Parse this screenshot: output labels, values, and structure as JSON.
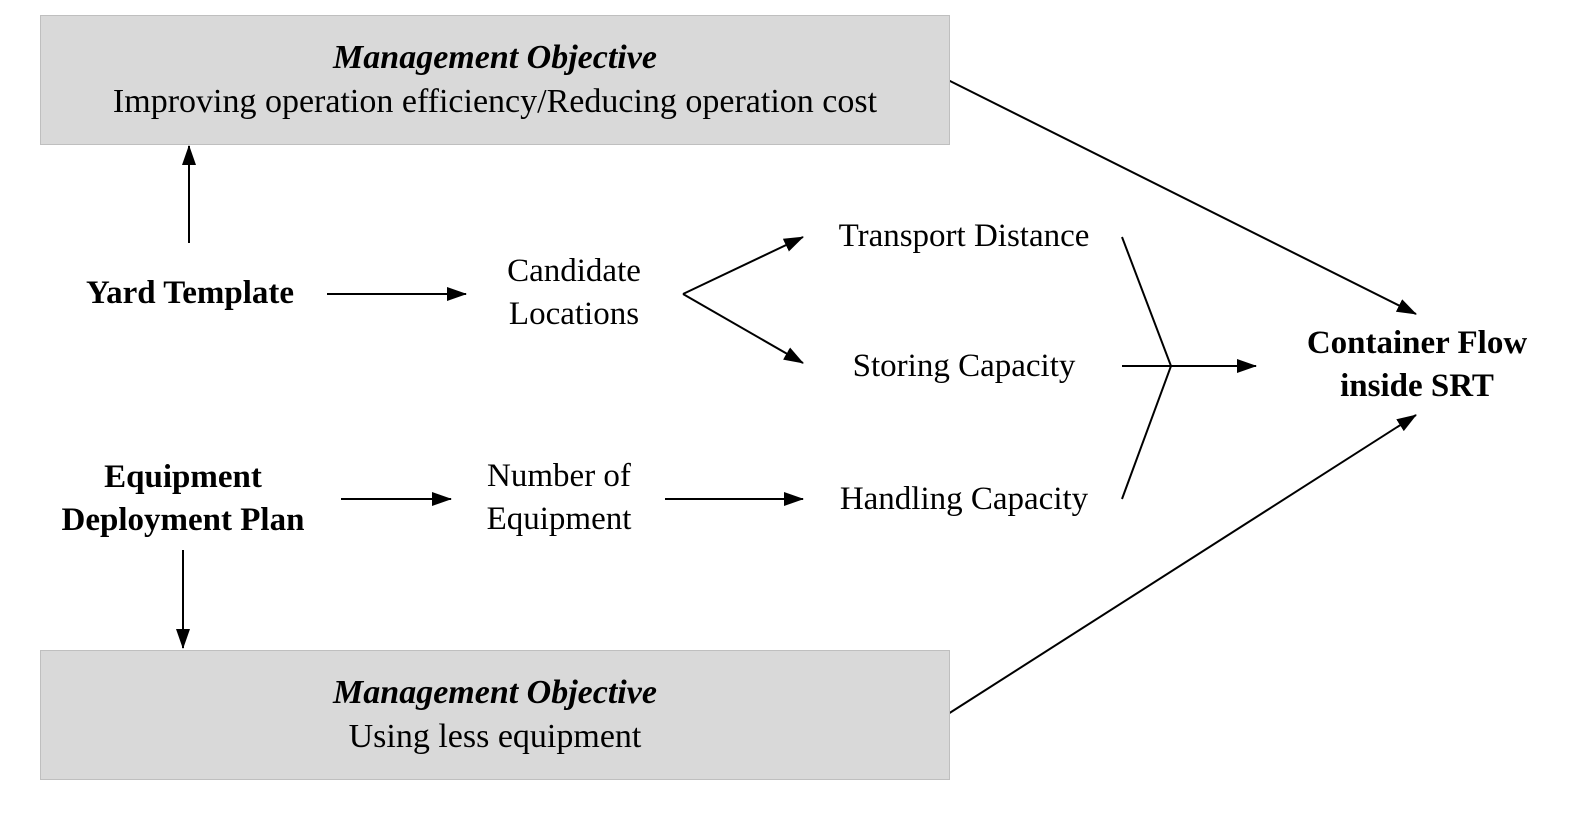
{
  "objective_top": {
    "title": "Management Objective",
    "text": "Improving operation efficiency/Reducing operation cost"
  },
  "objective_bottom": {
    "title": "Management Objective",
    "text": "Using less equipment"
  },
  "nodes": {
    "yard_template": "Yard Template",
    "equipment_plan_line1": "Equipment",
    "equipment_plan_line2": "Deployment Plan",
    "candidate_line1": "Candidate",
    "candidate_line2": "Locations",
    "number_line1": "Number of",
    "number_line2": "Equipment",
    "transport_distance": "Transport Distance",
    "storing_capacity": "Storing Capacity",
    "handling_capacity": "Handling Capacity",
    "container_flow_line1": "Container Flow",
    "container_flow_line2": "inside SRT"
  },
  "colors": {
    "box_fill": "#d9d9d9",
    "box_border": "#bfbfbf",
    "line": "#000000"
  }
}
